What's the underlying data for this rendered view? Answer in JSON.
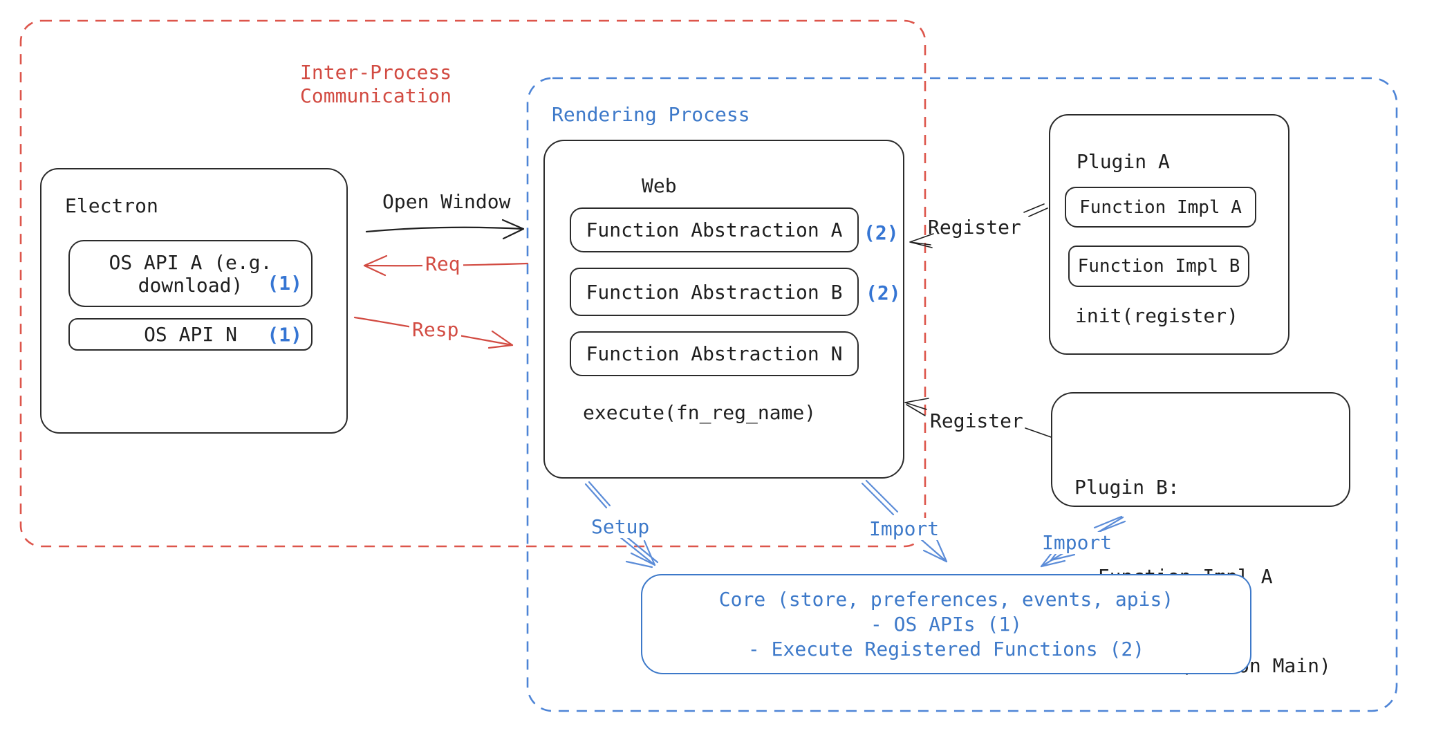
{
  "colors": {
    "red": "#d24b42",
    "red_dash": "#dd554b",
    "blue": "#3d79c9",
    "blue_dash": "#4d84d6",
    "blue_arrow": "#5b8cd8",
    "badge": "#3575d3",
    "ink": "#1f1f1f"
  },
  "ipc": {
    "title_line1": "Inter-Process",
    "title_line2": "Communication"
  },
  "rendering": {
    "title": "Rendering Process"
  },
  "electron": {
    "title": "Electron",
    "os_api_a_line1": "OS API A (e.g.",
    "os_api_a_line2": "download)",
    "os_api_a_badge": "(1)",
    "os_api_n": "OS API N",
    "os_api_n_badge": "(1)"
  },
  "web": {
    "title": "Web",
    "fn_a": "Function Abstraction A",
    "fn_a_badge": "(2)",
    "fn_b": "Function Abstraction B",
    "fn_b_badge": "(2)",
    "fn_n": "Function Abstraction N",
    "execute_fn": "execute(fn_reg_name)"
  },
  "plugin_a": {
    "title": "Plugin A",
    "impl_a": "Function Impl A",
    "impl_b": "Function Impl B",
    "init_fn": "init(register)"
  },
  "plugin_b": {
    "title": "Plugin B:",
    "item1": "- Function Impl A",
    "item2": "- Module (run on Main)"
  },
  "core": {
    "line1": "Core (store, preferences, events, apis)",
    "line2": "- OS APIs (1)",
    "line3": "- Execute Registered Functions (2)"
  },
  "arrows": {
    "open_window": "Open Window",
    "req": "Req",
    "resp": "Resp",
    "register_top": "Register",
    "register_bottom": "Register",
    "setup": "Setup",
    "import_mid": "Import",
    "import_right": "Import"
  }
}
